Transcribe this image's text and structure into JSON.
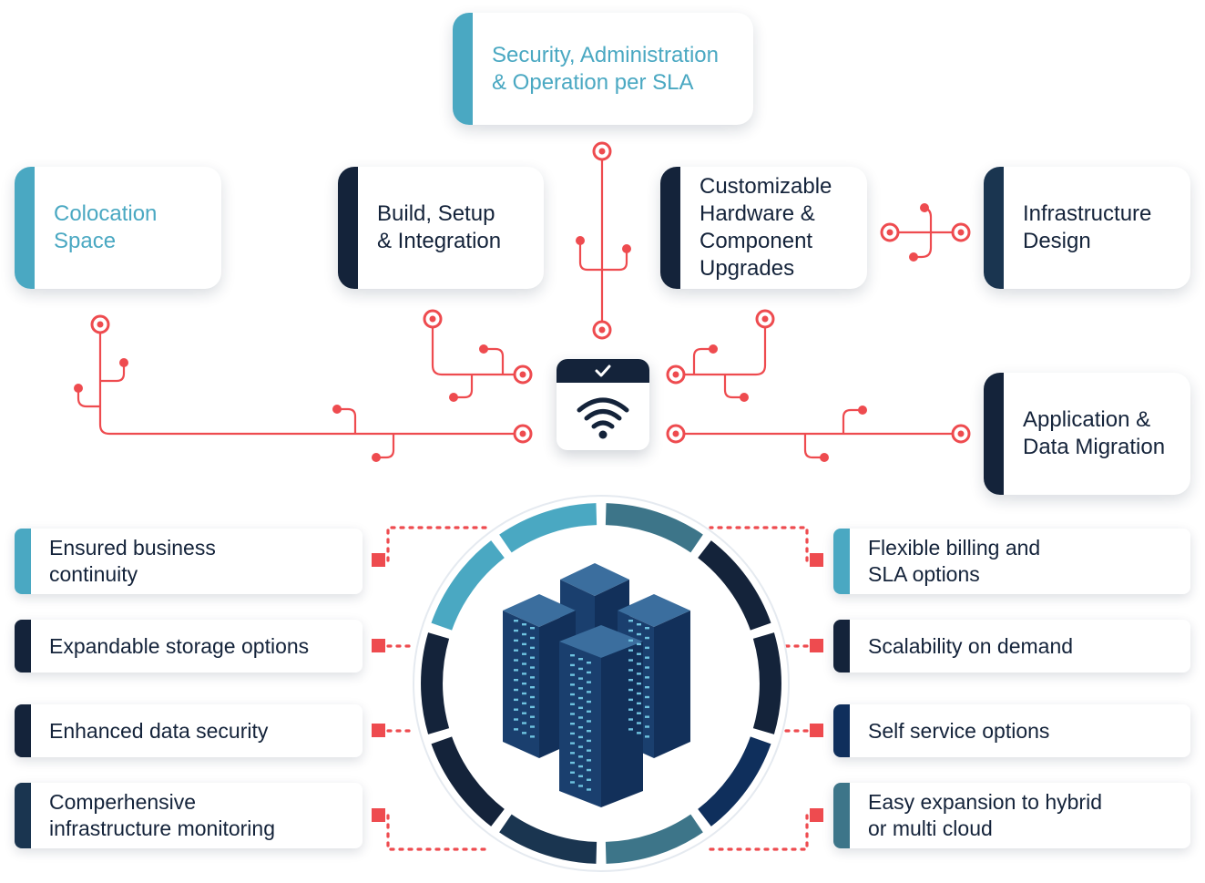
{
  "colors": {
    "accent_teal": "#4aa8c2",
    "navy_dark": "#14233a",
    "navy_mid": "#1a3550",
    "navy_blue": "#0f2f5c",
    "slate_teal": "#3d7589",
    "connector_red": "#ee4b4f"
  },
  "top_card": {
    "label": "Security, Administration\n& Operation per SLA"
  },
  "services": {
    "colocation": {
      "label": "Colocation\nSpace"
    },
    "build": {
      "label": "Build, Setup\n& Integration"
    },
    "hardware": {
      "label": "Customizable\nHardware &\nComponent\nUpgrades"
    },
    "infrastructure": {
      "label": "Infrastructure\nDesign"
    },
    "migration": {
      "label": "Application &\nData Migration"
    }
  },
  "hub": {
    "top_icon": "checkmark-icon",
    "body_icon": "wifi-icon"
  },
  "benefits_left": [
    {
      "label": "Ensured business\ncontinuity"
    },
    {
      "label": "Expandable storage options"
    },
    {
      "label": "Enhanced data security"
    },
    {
      "label": "Comperhensive\ninfrastructure monitoring"
    }
  ],
  "benefits_right": [
    {
      "label": "Flexible billing and\nSLA options"
    },
    {
      "label": "Scalability on demand"
    },
    {
      "label": "Self service options"
    },
    {
      "label": "Easy expansion to hybrid\nor multi cloud"
    }
  ],
  "center_icon": "server-racks-icon"
}
